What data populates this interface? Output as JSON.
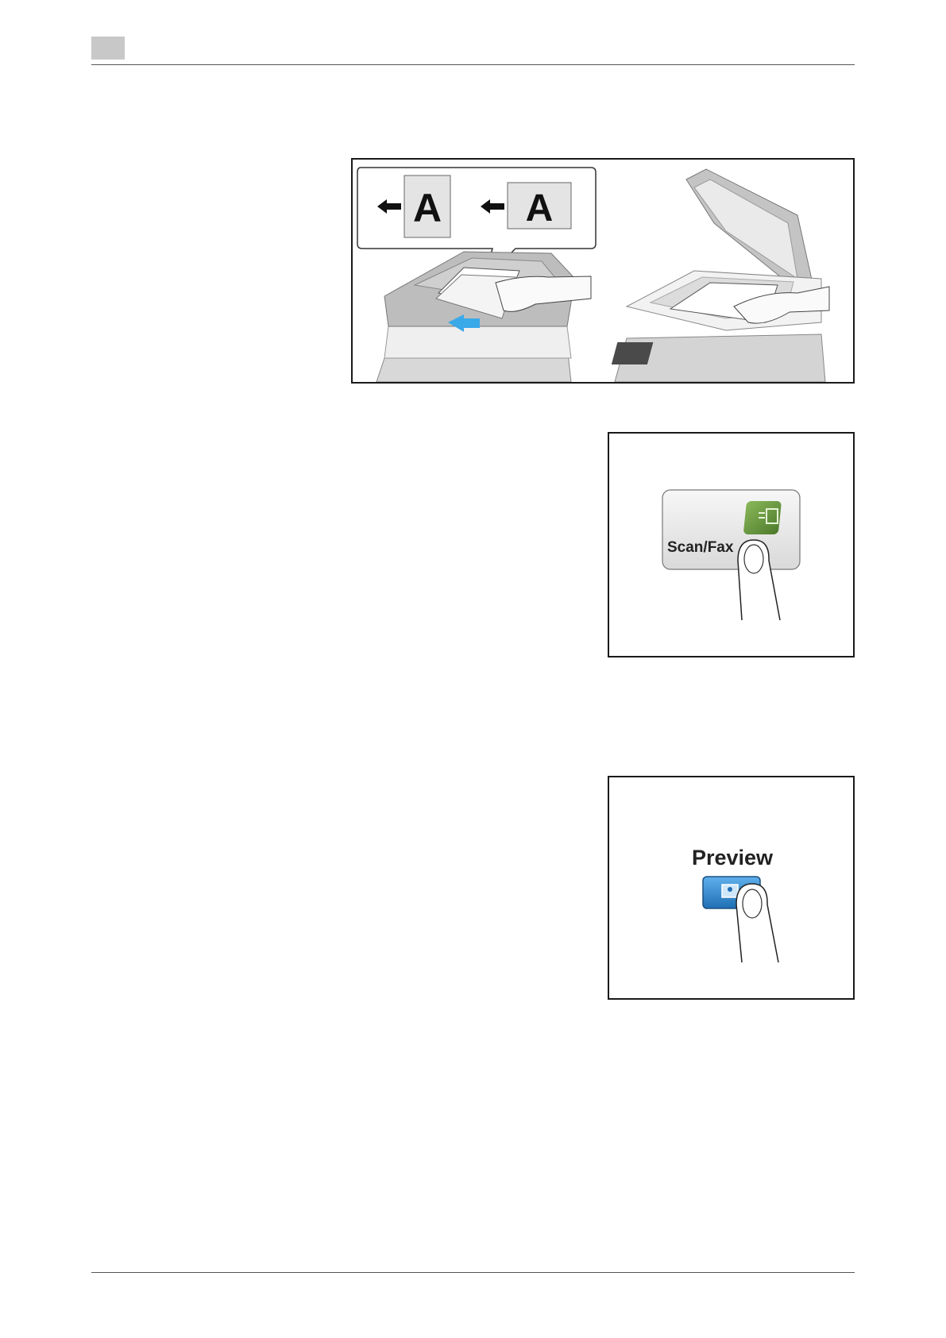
{
  "figures": {
    "originals": {
      "glyph_left": "A",
      "glyph_right": "A",
      "icons": [
        "arrow-left-icon",
        "arrow-left-icon",
        "blue-insert-arrow-icon"
      ]
    },
    "scan_fax": {
      "button_label": "Scan/Fax",
      "button_color": "#e8e8e8",
      "icon_color": "#5d8a3a",
      "icons": [
        "scan-fax-document-icon",
        "pointing-finger-icon"
      ]
    },
    "preview": {
      "button_label": "Preview",
      "button_color": "#2a7fc4",
      "icons": [
        "preview-image-icon",
        "pointing-finger-icon"
      ]
    }
  },
  "colors": {
    "header_tab": "#c8c8c8",
    "rule": "#555555",
    "figure_border": "#1a1a1a"
  }
}
